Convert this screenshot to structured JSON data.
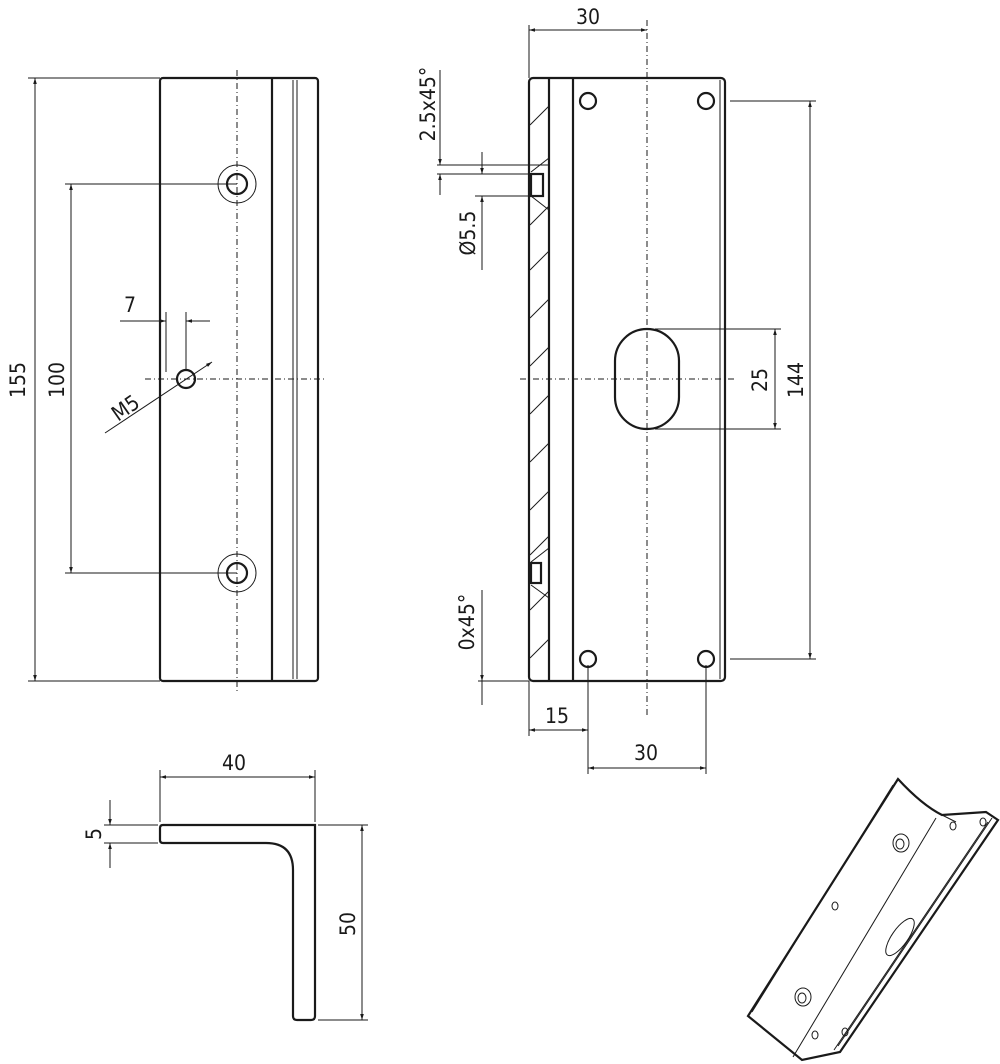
{
  "drawing": {
    "front_view": {
      "height_dim": "155",
      "hole_spacing_dim": "100",
      "offset_dim": "7",
      "thread_label": "M5"
    },
    "side_view": {
      "width_top_dim": "30",
      "chamfer_top_dim": "2.5x45°",
      "hole_dia_dim": "Ø5.5",
      "chamfer_bottom_dim": "0x45°",
      "slot_dim": "25",
      "hole_pitch_dim": "144",
      "edge_dim": "15",
      "hole_spacing_dim": "30"
    },
    "profile_view": {
      "width_dim": "40",
      "thickness_dim": "5",
      "height_dim": "50"
    }
  }
}
